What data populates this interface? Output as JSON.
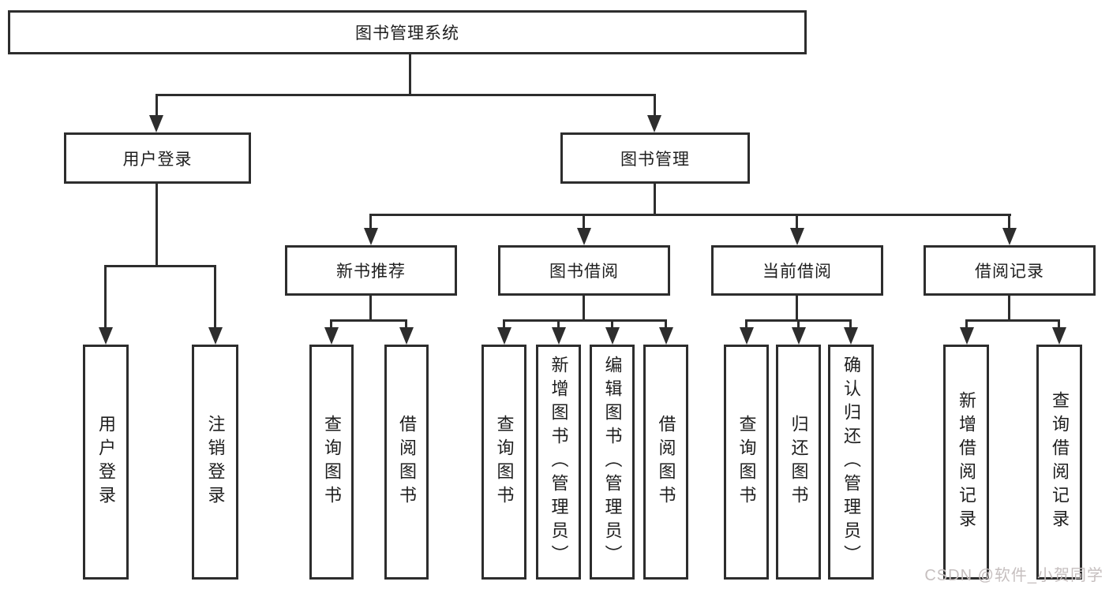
{
  "tree": {
    "root": {
      "label": "图书管理系统",
      "children": [
        {
          "label": "用户登录",
          "children": [
            {
              "label": "用户登录"
            },
            {
              "label": "注销登录"
            }
          ]
        },
        {
          "label": "图书管理",
          "children": [
            {
              "label": "新书推荐",
              "children": [
                {
                  "label": "查询图书"
                },
                {
                  "label": "借阅图书"
                }
              ]
            },
            {
              "label": "图书借阅",
              "children": [
                {
                  "label": "查询图书"
                },
                {
                  "label": "新增图书（管理员）"
                },
                {
                  "label": "编辑图书（管理员）"
                },
                {
                  "label": "借阅图书"
                }
              ]
            },
            {
              "label": "当前借阅",
              "children": [
                {
                  "label": "查询图书"
                },
                {
                  "label": "归还图书"
                },
                {
                  "label": "确认归还（管理员）"
                }
              ]
            },
            {
              "label": "借阅记录",
              "children": [
                {
                  "label": "新增借阅记录"
                },
                {
                  "label": "查询借阅记录"
                }
              ]
            }
          ]
        }
      ]
    }
  },
  "watermark": {
    "text": "CSDN @软件_小贺同学"
  },
  "colors": {
    "line": "#2d2d2d",
    "box_border": "#2d2d2d",
    "text": "#1e1e1e",
    "watermark": "#c6bfbf",
    "background": "#ffffff"
  }
}
